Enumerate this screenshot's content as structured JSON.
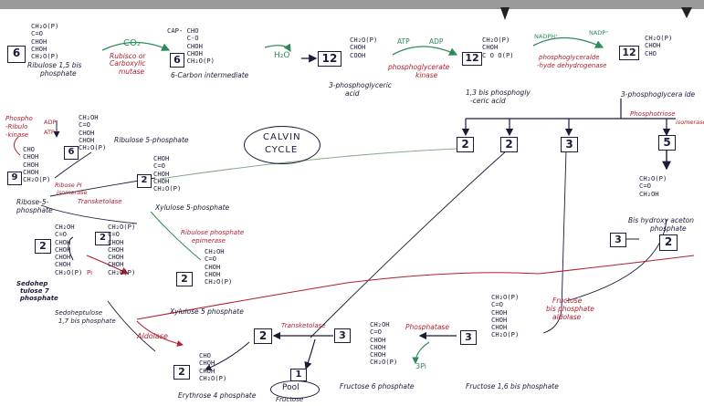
{
  "colors": {
    "ink": "#1b1b3a",
    "red": "#b02030",
    "green": "#2f8a5a",
    "topbar": "#9a9a9a"
  },
  "center_label": [
    "CALVIN",
    "CYCLE"
  ],
  "boxes": {
    "b6a": "6",
    "b6b": "6",
    "b12a": "12",
    "b12b": "12",
    "b12c": "12",
    "b6c": "6",
    "b9": "9",
    "b2a": "2",
    "b2e": "2",
    "b2f": "2",
    "b2g": "2",
    "b2h": "2",
    "b2i": "2",
    "b2m1": "2",
    "b2m2": "2",
    "b3m": "3",
    "b5m": "5",
    "b3r": "3",
    "b2r": "2",
    "b3c": "3",
    "b3d": "3",
    "b2k": "2",
    "b1": "1"
  },
  "molecules": {
    "rubp_top": "CH₂O(P)\nC=O\nCHOH\nCHOH\nCH₂O(P)",
    "c6_inter": "CAP- CHO\n     C-O\n     CHOH\n     CHOH\n     CH₂O(P)",
    "pga": "CH₂O(P)\nCHOH\nCOOH",
    "bpg": "CH₂O(P)\nCHOH\nC O O(P)",
    "g3p_tr": "CH₂O(P)\nCHOH\nCHO",
    "ru5p": "CH₂OH\nC=O\nCHOH\nCHOH\nCH₂O(P)",
    "ribose": "CHO\nCHOH\nCHOH\nCHOH\nCH₂O(P)",
    "xylulose_top": "CHOH\nC=O\nCHOH\nCHOH\nCH₂O(P)",
    "dhap": "CH₂O(P)\nC=O\nCH₂OH",
    "sed_bp": "CH₂O(P)\nC=O\nCHOH\nCHOH\nCHOH\nCHOH\nCH₂O(P)",
    "sed7p": "CH₂OH\nC=O\nCHOH\nCHOH\nCHOH\nCHOH\nCH₂O(P)",
    "xylulose_mid": "CH₂OH\nC=O\nCHOH\nCHOH\nCH₂O(P)",
    "ery4p": "CHO\nCHOH\nCHOH\nCH₂O(P)",
    "f6p": "CH₂OH\nC=O\nCHOH\nCHOH\nCHOH\nCH₂O(P)",
    "fbp": "CH₂O(P)\nC=O\nCHOH\nCHOH\nCHOH\nCH₂O(P)"
  },
  "labels": {
    "rubp_name": "Ribulose 1,5 bis",
    "rubp_name2": "phosphate",
    "c6_name": "6-Carbon intermediate",
    "pga_name": "3-phosphoglyceric",
    "pga_name2": "acid",
    "bpg_name": "1,3 bis phosphogly",
    "bpg_name2": "-ceric acid",
    "g3p_name": "3-phosphoglycera lde",
    "ru5p_name": "Ribulose 5-phosphate",
    "ribose_name": "Ribose-5-",
    "ribose_name2": "phosphate",
    "xylulose_top_name": "Xylulose 5-phosphate",
    "dhap_name": "Bis hydroxy aceton",
    "dhap_name2": "phosphate",
    "sed_bp_name": "Sedoheptulose",
    "sed_bp_name2": "1,7 bis phosphate",
    "sed7p_name": "Sedohep",
    "sed7p_name2": "tulose 7",
    "sed7p_name3": "phosphate",
    "xylulose_mid_name": "Xylulose 5 phosphate",
    "ery4p_name": "Erythrose 4 phosphate",
    "f6p_name": "Fructose 6 phosphate",
    "fbp_name": "Fructose 1,6 bis phosphate",
    "pool": "Pool",
    "pool2": "Fructose"
  },
  "reagents": {
    "co2": "CO₂",
    "h2o": "H₂O",
    "atp": "ATP",
    "adp": "ADP",
    "nadph": "NADPH⁺",
    "nadp": "NADP⁺",
    "pi": "3Pi",
    "adp_left": "ADP",
    "atp_left": "ATP",
    "pi_mid": "Pi"
  },
  "enzymes": {
    "rubisco": "Rubisco or",
    "rubisco2": "Carboxylic",
    "rubisco3": "mutase",
    "pgk": "phosphoglycerate",
    "pgk2": "kinase",
    "gapdh": "phosphoglyceralde",
    "gapdh2": "-hyde dehydrogenase",
    "tpi": "Phosphotriose",
    "tpi2": "isomerase",
    "prk": "Phospho",
    "prk2": "-Ribulo",
    "prk3": "-kinase",
    "rpi": "Ribose PI",
    "rpi2": "isomerase",
    "tk1": "Transketolase",
    "rpe": "Ribulose phosphate",
    "rpe2": "epimerase",
    "tk2": "Transketolase",
    "aldolase1": "Aldolase",
    "phosphatase": "Phosphatase",
    "fbpa": "Fructose",
    "fbpa2": "bis phosphate",
    "fbpa3": "aldolase"
  }
}
